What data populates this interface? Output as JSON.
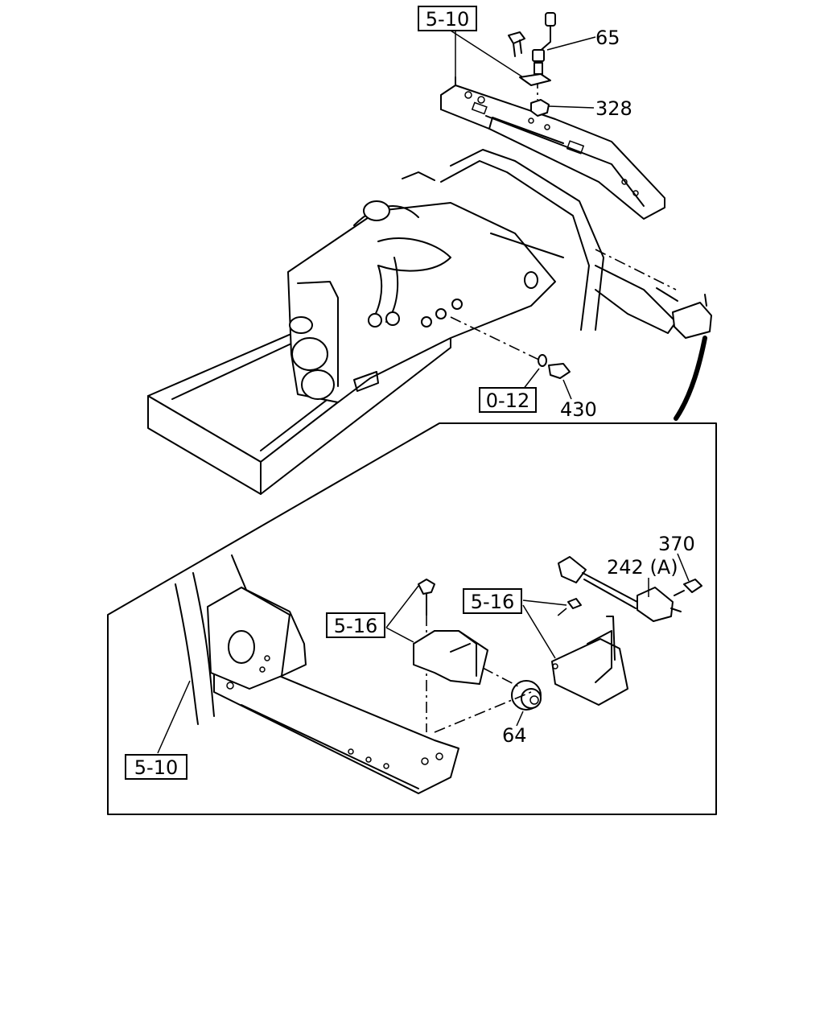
{
  "diagram": {
    "part_labels": {
      "p65": "65",
      "p328": "328",
      "p430": "430",
      "p370": "370",
      "p242": "242 (A)",
      "p64": "64"
    },
    "reference_boxes": {
      "ref_top_5_10": "5-10",
      "ref_0_12": "0-12",
      "ref_5_16_left": "5-16",
      "ref_5_16_right": "5-16",
      "ref_bottom_5_10": "5-10"
    }
  }
}
